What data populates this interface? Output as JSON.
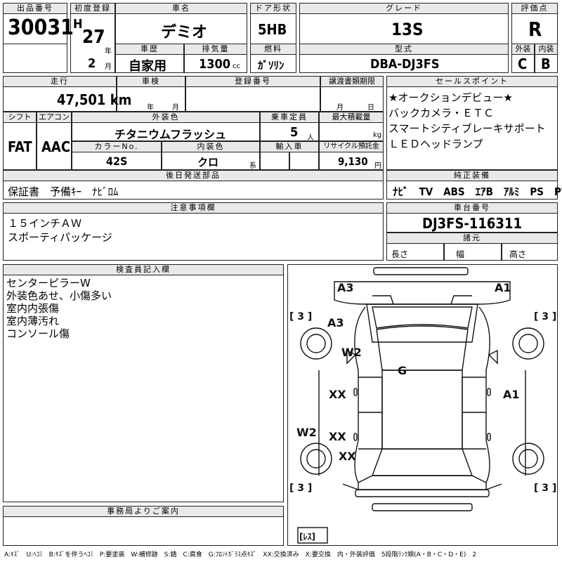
{
  "header": {
    "lot_label": "出品番号",
    "lot_no": "30031",
    "first_reg_label": "初度登録",
    "era": "H",
    "year": "27",
    "year_unit": "年",
    "month": "2",
    "month_unit": "月",
    "car_name_label": "車名",
    "car_name": "デミオ",
    "door_label": "ドア形状",
    "door": "5HB",
    "grade_label": "グレード",
    "grade": "13S",
    "score_label": "評価点",
    "score": "R",
    "history_label": "車歴",
    "history": "自家用",
    "displacement_label": "排気量",
    "displacement": "1300",
    "displacement_unit": "cc",
    "fuel_label": "燃料",
    "fuel": "ｶﾞｿﾘﾝ",
    "model_label": "型式",
    "model": "DBA-DJ3FS",
    "ext_label": "外装",
    "ext_score": "C",
    "int_label": "内装",
    "int_score": "B"
  },
  "row2": {
    "mileage_label": "走行",
    "mileage": "47,501 km",
    "inspection_label": "車検",
    "insp_year": "年",
    "insp_month": "月",
    "reg_no_label": "登録番号",
    "transfer_label": "譲渡書類期限",
    "transfer_month": "月",
    "transfer_day": "日",
    "shift_label": "シフト",
    "shift": "FAT",
    "ac_label": "エアコン",
    "ac": "AAC",
    "color_label": "外装色",
    "color": "チタニウムフラッシュ",
    "capacity_label": "乗車定員",
    "capacity": "5",
    "capacity_unit": "人",
    "payload_label": "最大積載量",
    "payload_unit": "kg",
    "color_no_label": "カラーNo.",
    "color_no": "42S",
    "interior_label": "内装色",
    "interior": "クロ",
    "interior_unit": "系",
    "import_label": "輸入車",
    "recycle_label": "リサイクル預託金",
    "recycle": "9,130",
    "recycle_unit": "円",
    "later_label": "後日発送部品",
    "later": "保証書　予備ｷｰ　ﾅﾋﾞﾛﾑ"
  },
  "sales": {
    "label": "セールスポイント",
    "lines": [
      "★オークションデビュー★",
      "バックカメラ・ＥＴＣ",
      "スマートシティブレーキサポート",
      "ＬＥＤヘッドランプ"
    ],
    "equip_label": "純正装備",
    "equip": "ﾅﾋﾞ　TV　ABS　ｴｱB　ｱﾙﾐ　PS　PW"
  },
  "notes": {
    "label": "注意事項欄",
    "lines": [
      "１５インチＡＷ",
      "スポーティパッケージ"
    ]
  },
  "chassis": {
    "label": "車台番号",
    "number": "DJ3FS-116311",
    "dims_label": "諸元",
    "length": "長さ",
    "width": "幅",
    "height": "高さ"
  },
  "inspector": {
    "label": "検査員記入欄",
    "lines": [
      "センターピラーW",
      "外装色あせ、小傷多い",
      "室内内張傷",
      "室内薄汚れ",
      "コンソール傷"
    ]
  },
  "diagram": {
    "marks": {
      "a3_top": "A3",
      "a1_top": "A1",
      "a3_hood": "A3",
      "w2_front": "W2",
      "g": "G",
      "xx_1": "XX",
      "a1_right": "A1",
      "w2_left": "W2",
      "xx_2": "XX",
      "xx_3": "XX",
      "tire_fl": "[ 3 ]",
      "tire_fr": "[ 3 ]",
      "tire_rl": "[ 3 ]",
      "tire_rr": "[ 3 ]",
      "spare": "[ﾚｽ]"
    }
  },
  "office": {
    "label": "事務局よりご案内"
  },
  "legend": "A:ｷｽﾞ　U:ﾍｺﾐ　B:ｷｽﾞを伴うﾍｺﾐ　P:要塗装　W:補修跡　S:錆　C:腐食　G:ﾌﾛﾝﾄｶﾞﾗｽ点ｷｽﾞ　XX:交換済み　X:要交換　内・外装評価　5段階ﾗﾝｸ順(A・B・C・D・E)　2"
}
